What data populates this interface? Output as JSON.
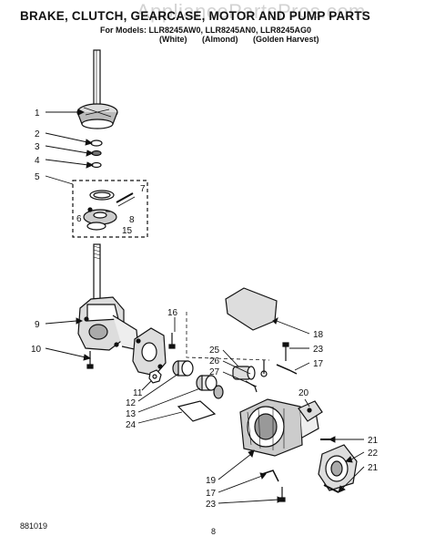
{
  "header": {
    "watermark": "AppliancePartsPros.com",
    "title": "BRAKE, CLUTCH, GEARCASE, MOTOR AND PUMP PARTS",
    "models_line": "For Models: LLR8245AW0, LLR8245AN0, LLR8245AG0",
    "colors": [
      "(White)",
      "(Almond)",
      "(Golden Harvest)"
    ]
  },
  "callouts": [
    {
      "num": "1"
    },
    {
      "num": "2"
    },
    {
      "num": "3"
    },
    {
      "num": "4"
    },
    {
      "num": "5"
    },
    {
      "num": "7"
    },
    {
      "num": "6"
    },
    {
      "num": "8"
    },
    {
      "num": "15"
    },
    {
      "num": "9"
    },
    {
      "num": "10"
    },
    {
      "num": "16"
    },
    {
      "num": "18"
    },
    {
      "num": "25"
    },
    {
      "num": "23"
    },
    {
      "num": "26"
    },
    {
      "num": "17"
    },
    {
      "num": "27"
    },
    {
      "num": "11"
    },
    {
      "num": "12"
    },
    {
      "num": "13"
    },
    {
      "num": "24"
    },
    {
      "num": "20"
    },
    {
      "num": "21"
    },
    {
      "num": "22"
    },
    {
      "num": "21"
    },
    {
      "num": "19"
    },
    {
      "num": "17"
    },
    {
      "num": "23"
    }
  ],
  "footer": {
    "code": "881019",
    "page": "8"
  }
}
